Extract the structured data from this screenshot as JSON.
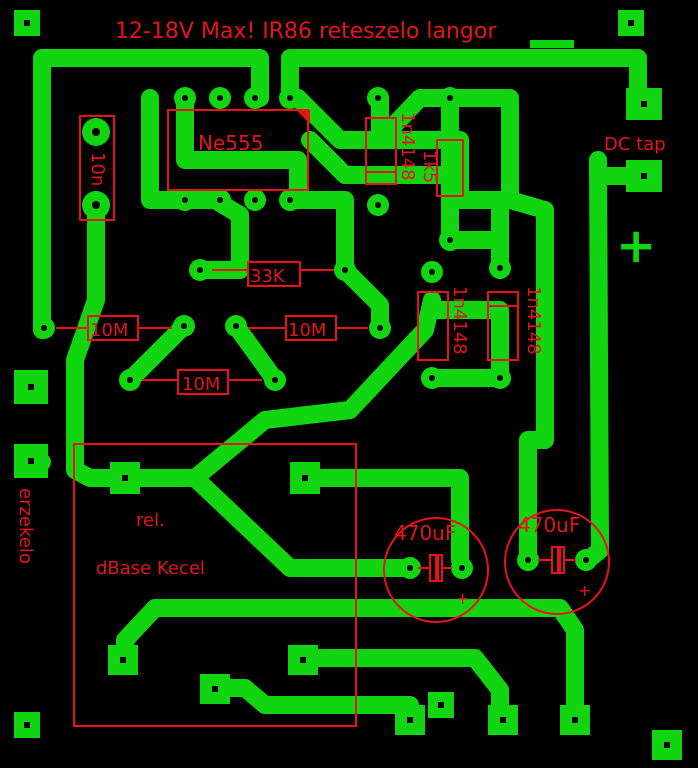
{
  "title": "12-18V Max! IR86 reteszelo langor",
  "colors": {
    "background": "#000000",
    "copper": "#11d511",
    "silkscreen": "#e8121a"
  },
  "labels": {
    "ic": "Ne555",
    "cap_10n": "10n",
    "diode_1": "1n4148",
    "resistor_1k5": "1k5",
    "r_33k": "33K",
    "r_10m_a": "10M",
    "r_10m_b": "10M",
    "r_10m_c": "10M",
    "diode_2": "1n4148",
    "diode_3": "1n4148",
    "dc_tap": "DC tap",
    "plus_sign": "+",
    "sensor": "erzekelo",
    "relay_1": "rel.",
    "relay_2": "dBase Kecel",
    "cap_470_a": "470uF",
    "cap_470_b": "470uF",
    "cap_plus_a": "+",
    "cap_plus_b": "+"
  }
}
